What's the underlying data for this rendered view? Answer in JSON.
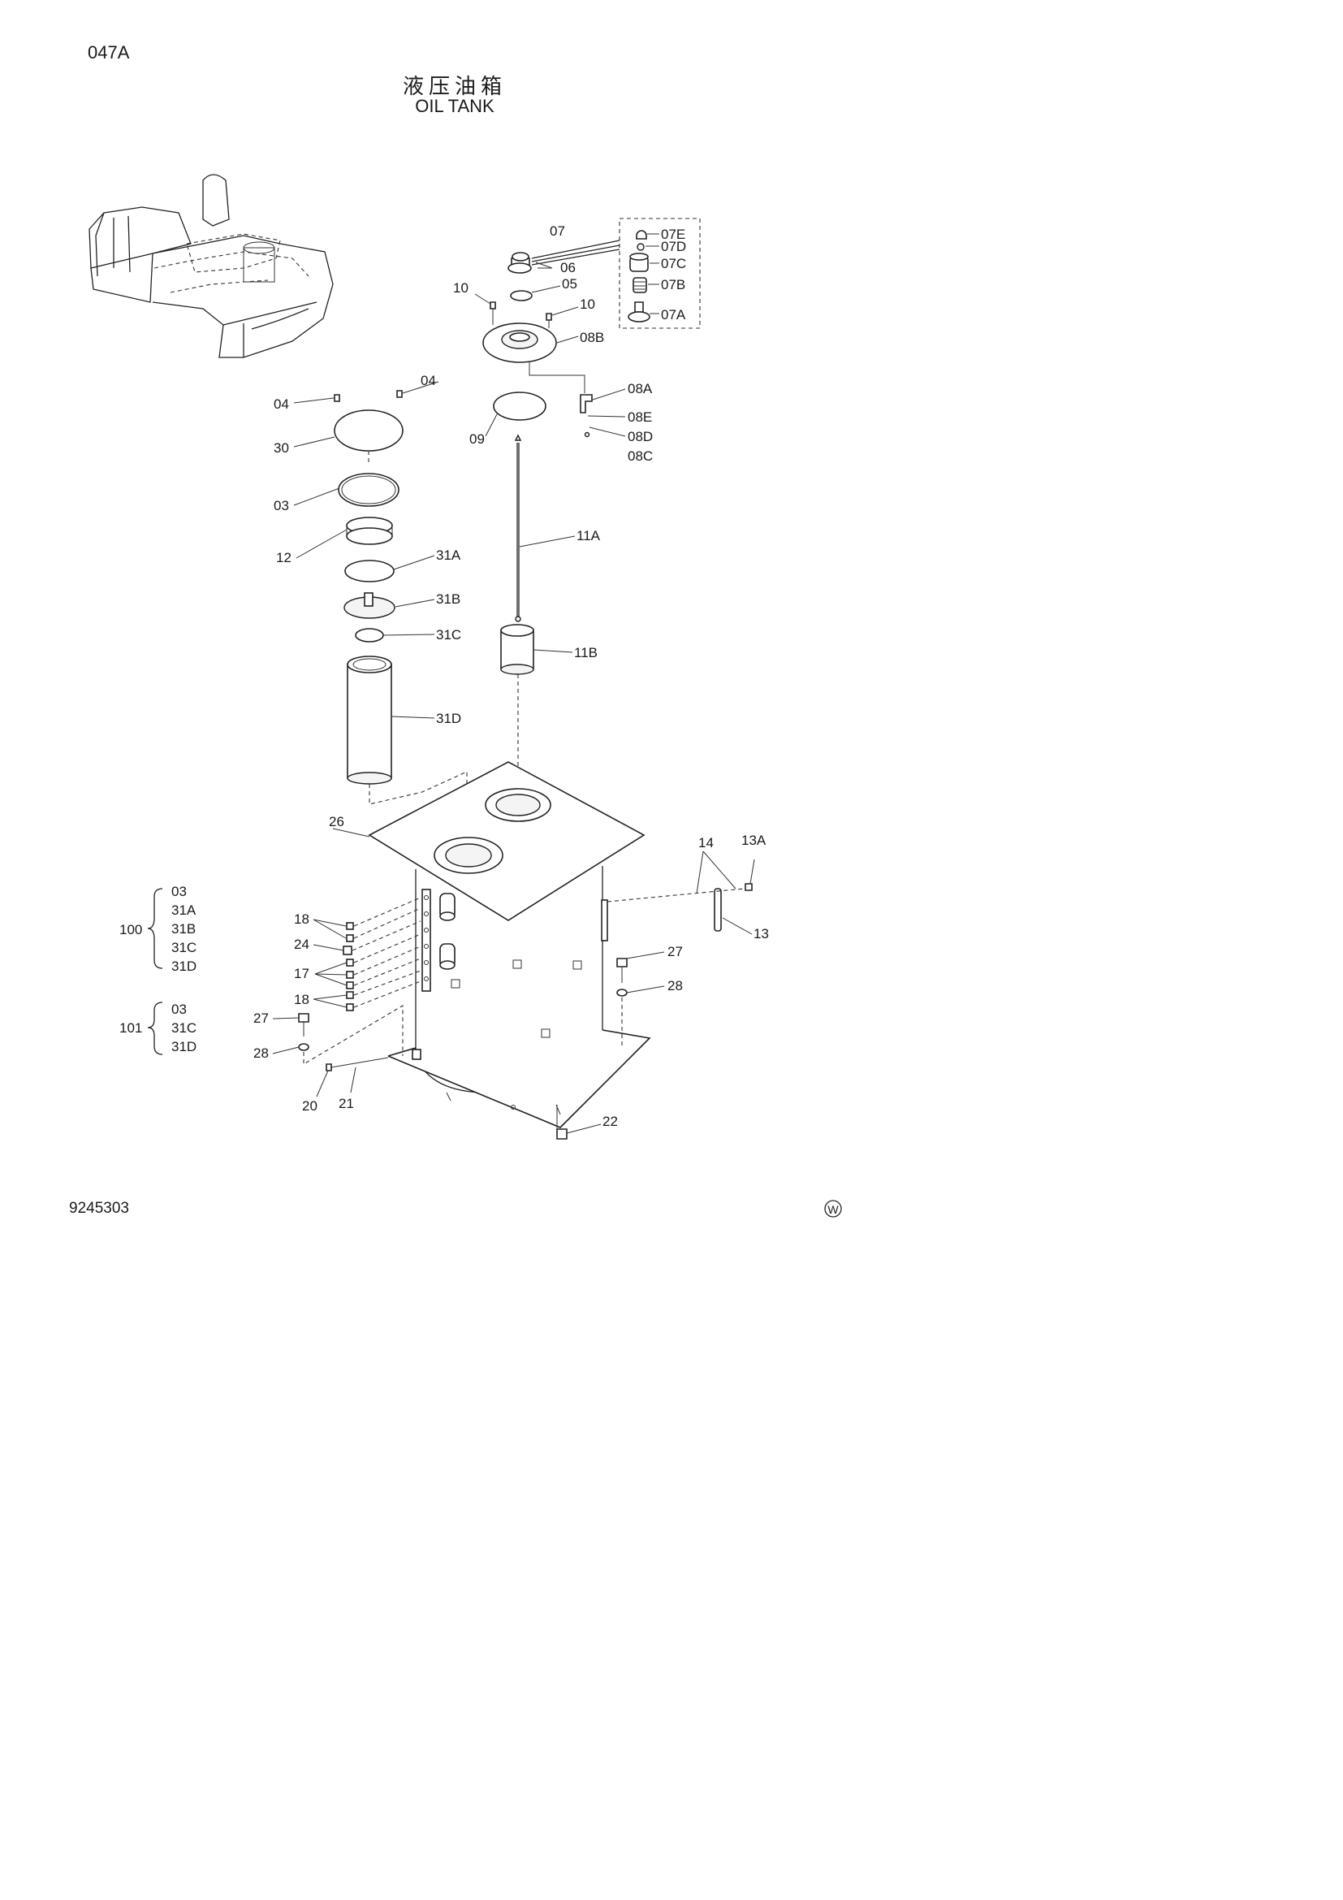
{
  "page_code": "047A",
  "title_cn": "液压油箱",
  "title_en": "OIL TANK",
  "drawing_number": "9245303",
  "corner_mark": "W",
  "callouts": {
    "c07": "07",
    "c07E": "07E",
    "c07D": "07D",
    "c07C": "07C",
    "c07B": "07B",
    "c07A": "07A",
    "c06": "06",
    "c05": "05",
    "c10a": "10",
    "c10b": "10",
    "c08B": "08B",
    "c08A": "08A",
    "c08E": "08E",
    "c08D": "08D",
    "c08C": "08C",
    "c09": "09",
    "c04a": "04",
    "c04b": "04",
    "c30": "30",
    "c03": "03",
    "c12": "12",
    "c31A": "31A",
    "c31B": "31B",
    "c31C": "31C",
    "c31D": "31D",
    "c11A": "11A",
    "c11B": "11B",
    "c26": "26",
    "c14": "14",
    "c13A": "13A",
    "c13": "13",
    "c18a": "18",
    "c24": "24",
    "c17": "17",
    "c18b": "18",
    "c27a": "27",
    "c28a": "28",
    "c27b": "27",
    "c28b": "28",
    "c20": "20",
    "c21": "21",
    "c22": "22"
  },
  "kits": [
    {
      "number": "100",
      "items": [
        "03",
        "31A",
        "31B",
        "31C",
        "31D"
      ]
    },
    {
      "number": "101",
      "items": [
        "03",
        "31C",
        "31D"
      ]
    }
  ]
}
